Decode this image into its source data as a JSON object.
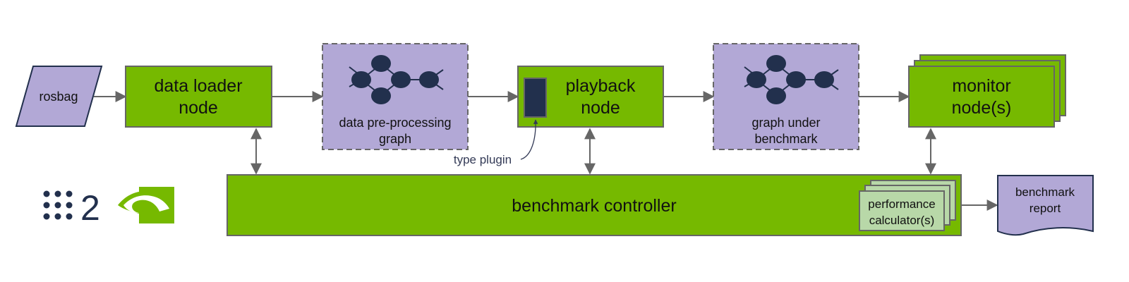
{
  "colors": {
    "node_green": "#76b900",
    "graph_purple": "#b2a8d6",
    "io_purple": "#b2a8d6",
    "calculator_green": "#b8d8a8",
    "graph_node": "#22304d",
    "edge_gray": "#666666",
    "ros_logo": "#22304d",
    "nvidia_green": "#76b900"
  },
  "nodes": {
    "rosbag": {
      "label": "rosbag"
    },
    "data_loader": {
      "line1": "data loader",
      "line2": "node"
    },
    "preprocessing_graph": {
      "line1": "data pre-processing",
      "line2": "graph"
    },
    "playback": {
      "line1": "playback",
      "line2": "node"
    },
    "graph_under_benchmark": {
      "line1": "graph under",
      "line2": "benchmark"
    },
    "monitor": {
      "line1": "monitor",
      "line2": "node(s)"
    },
    "benchmark_controller": {
      "label": "benchmark controller"
    },
    "performance_calculator": {
      "line1": "performance",
      "line2": "calculator(s)"
    },
    "benchmark_report": {
      "line1": "benchmark",
      "line2": "report"
    }
  },
  "annotations": {
    "type_plugin": "type plugin"
  },
  "logos": {
    "ros2": {
      "numeral": "2"
    },
    "nvidia": {
      "icon": "nvidia-eye-icon"
    }
  }
}
